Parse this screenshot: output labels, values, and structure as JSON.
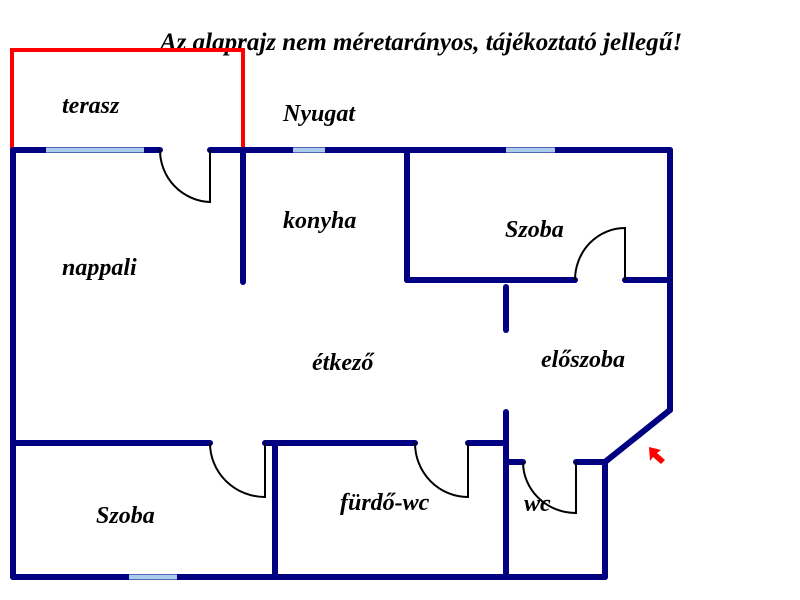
{
  "title": "Az alaprajz nem méretarányos, tájékoztató jellegű!",
  "orientation": "Nyugat",
  "rooms": {
    "terasz": "terasz",
    "nappali": "nappali",
    "konyha": "konyha",
    "szoba_top": "Szoba",
    "etkezo": "étkező",
    "eloszoba": "előszoba",
    "szoba_bottom": "Szoba",
    "furdo": "fürdő-wc",
    "wc": "wc"
  },
  "colors": {
    "wall": "#000080",
    "window": "#a9cbec",
    "terrace": "#ff0000",
    "entrance_arrow": "#ff0000"
  }
}
